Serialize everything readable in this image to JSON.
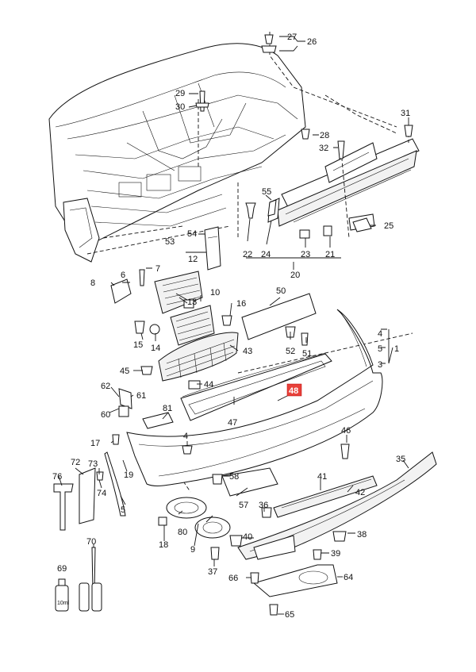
{
  "diagram": {
    "highlight_color": "#e8413a",
    "highlighted_part": "48",
    "labels": {
      "p1": "1",
      "p3": "3",
      "p4": "4",
      "p5a": "5",
      "p5b": "5",
      "p6": "6",
      "p7": "7",
      "p8": "8",
      "p9": "9",
      "p10": "10",
      "p12": "12",
      "p13": "13",
      "p14": "14",
      "p15": "15",
      "p16": "16",
      "p17": "17",
      "p18": "18",
      "p19": "19",
      "p20": "20",
      "p21": "21",
      "p22": "22",
      "p23": "23",
      "p24": "24",
      "p25": "25",
      "p26": "26",
      "p27": "27",
      "p28": "28",
      "p29": "29",
      "p30": "30",
      "p31": "31",
      "p32": "32",
      "p35": "35",
      "p36": "36",
      "p37": "37",
      "p38": "38",
      "p39": "39",
      "p40": "40",
      "p41": "41",
      "p42": "42",
      "p43": "43",
      "p44": "44",
      "p45": "45",
      "p46": "46",
      "p47": "47",
      "p48": "48",
      "p50": "50",
      "p51": "51",
      "p52": "52",
      "p53": "53",
      "p54": "54",
      "p55": "55",
      "p57": "57",
      "p58": "58",
      "p60": "60",
      "p61": "61",
      "p62": "62",
      "p64": "64",
      "p65": "65",
      "p66": "66",
      "p69": "69",
      "p70": "70",
      "p72": "72",
      "p73": "73",
      "p74": "74",
      "p76": "76",
      "p80": "80",
      "p81": "81"
    },
    "bottle_label": "10ml"
  }
}
